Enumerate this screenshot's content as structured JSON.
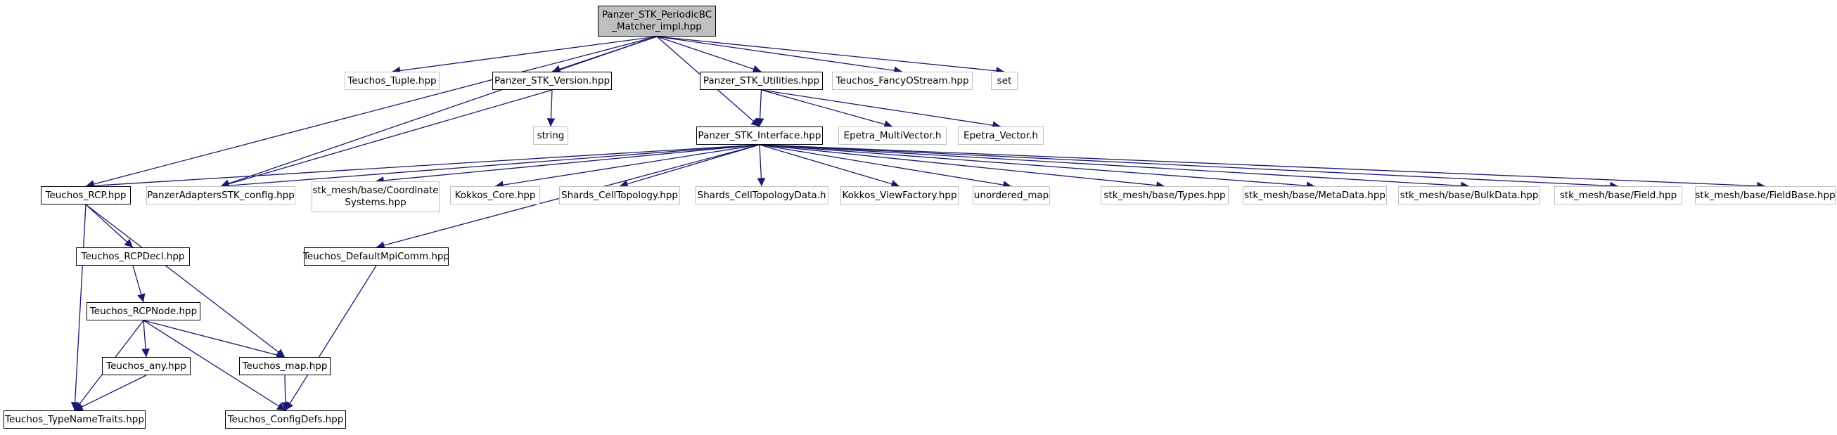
{
  "graph": {
    "edge_color": "#191970",
    "documented_border_color": "#000000",
    "external_border_color": "#bfbfbf",
    "root_fill_color": "#bfbfbf",
    "nodes": [
      {
        "id": "root",
        "label": "Panzer_STK_PeriodicBC\n_Matcher_impl.hpp",
        "kind": "root"
      },
      {
        "id": "tuple",
        "label": "Teuchos_Tuple.hpp",
        "kind": "ext"
      },
      {
        "id": "version",
        "label": "Panzer_STK_Version.hpp",
        "kind": "doc"
      },
      {
        "id": "utilities",
        "label": "Panzer_STK_Utilities.hpp",
        "kind": "doc"
      },
      {
        "id": "fancy",
        "label": "Teuchos_FancyOStream.hpp",
        "kind": "ext"
      },
      {
        "id": "set",
        "label": "set",
        "kind": "ext"
      },
      {
        "id": "string",
        "label": "string",
        "kind": "ext"
      },
      {
        "id": "interface",
        "label": "Panzer_STK_Interface.hpp",
        "kind": "doc"
      },
      {
        "id": "multivec",
        "label": "Epetra_MultiVector.h",
        "kind": "ext"
      },
      {
        "id": "vector",
        "label": "Epetra_Vector.h",
        "kind": "ext"
      },
      {
        "id": "rcp",
        "label": "Teuchos_RCP.hpp",
        "kind": "doc"
      },
      {
        "id": "config",
        "label": "PanzerAdaptersSTK_config.hpp",
        "kind": "ext"
      },
      {
        "id": "coord",
        "label": "stk_mesh/base/Coordinate\nSystems.hpp",
        "kind": "ext"
      },
      {
        "id": "kcore",
        "label": "Kokkos_Core.hpp",
        "kind": "ext"
      },
      {
        "id": "shardstopo",
        "label": "Shards_CellTopology.hpp",
        "kind": "ext"
      },
      {
        "id": "shardsdata",
        "label": "Shards_CellTopologyData.h",
        "kind": "ext"
      },
      {
        "id": "kview",
        "label": "Kokkos_ViewFactory.hpp",
        "kind": "ext"
      },
      {
        "id": "umap",
        "label": "unordered_map",
        "kind": "ext"
      },
      {
        "id": "types",
        "label": "stk_mesh/base/Types.hpp",
        "kind": "ext"
      },
      {
        "id": "meta",
        "label": "stk_mesh/base/MetaData.hpp",
        "kind": "ext"
      },
      {
        "id": "bulk",
        "label": "stk_mesh/base/BulkData.hpp",
        "kind": "ext"
      },
      {
        "id": "field",
        "label": "stk_mesh/base/Field.hpp",
        "kind": "ext"
      },
      {
        "id": "fieldbase",
        "label": "stk_mesh/base/FieldBase.hpp",
        "kind": "ext"
      },
      {
        "id": "rcpdecl",
        "label": "Teuchos_RCPDecl.hpp",
        "kind": "doc"
      },
      {
        "id": "mpicomm",
        "label": "Teuchos_DefaultMpiComm.hpp",
        "kind": "doc"
      },
      {
        "id": "rcpnode",
        "label": "Teuchos_RCPNode.hpp",
        "kind": "doc"
      },
      {
        "id": "any",
        "label": "Teuchos_any.hpp",
        "kind": "doc"
      },
      {
        "id": "map",
        "label": "Teuchos_map.hpp",
        "kind": "doc"
      },
      {
        "id": "typename",
        "label": "Teuchos_TypeNameTraits.hpp",
        "kind": "doc"
      },
      {
        "id": "configdefs",
        "label": "Teuchos_ConfigDefs.hpp",
        "kind": "doc"
      }
    ],
    "edges": [
      [
        "root",
        "tuple"
      ],
      [
        "root",
        "version"
      ],
      [
        "root",
        "utilities"
      ],
      [
        "root",
        "fancy"
      ],
      [
        "root",
        "set"
      ],
      [
        "root",
        "rcp"
      ],
      [
        "root",
        "interface"
      ],
      [
        "root",
        "config"
      ],
      [
        "version",
        "string"
      ],
      [
        "version",
        "config"
      ],
      [
        "utilities",
        "interface"
      ],
      [
        "utilities",
        "multivec"
      ],
      [
        "utilities",
        "vector"
      ],
      [
        "interface",
        "rcp"
      ],
      [
        "interface",
        "config"
      ],
      [
        "interface",
        "coord"
      ],
      [
        "interface",
        "kcore"
      ],
      [
        "interface",
        "shardstopo"
      ],
      [
        "interface",
        "shardsdata"
      ],
      [
        "interface",
        "kview"
      ],
      [
        "interface",
        "umap"
      ],
      [
        "interface",
        "types"
      ],
      [
        "interface",
        "meta"
      ],
      [
        "interface",
        "bulk"
      ],
      [
        "interface",
        "field"
      ],
      [
        "interface",
        "fieldbase"
      ],
      [
        "interface",
        "mpicomm"
      ],
      [
        "rcp",
        "rcpdecl"
      ],
      [
        "rcp",
        "typename"
      ],
      [
        "rcp",
        "map"
      ],
      [
        "rcpdecl",
        "rcpnode"
      ],
      [
        "rcpnode",
        "any"
      ],
      [
        "rcpnode",
        "map"
      ],
      [
        "rcpnode",
        "typename"
      ],
      [
        "rcpnode",
        "configdefs"
      ],
      [
        "any",
        "typename"
      ],
      [
        "map",
        "configdefs"
      ],
      [
        "mpicomm",
        "configdefs"
      ]
    ]
  }
}
